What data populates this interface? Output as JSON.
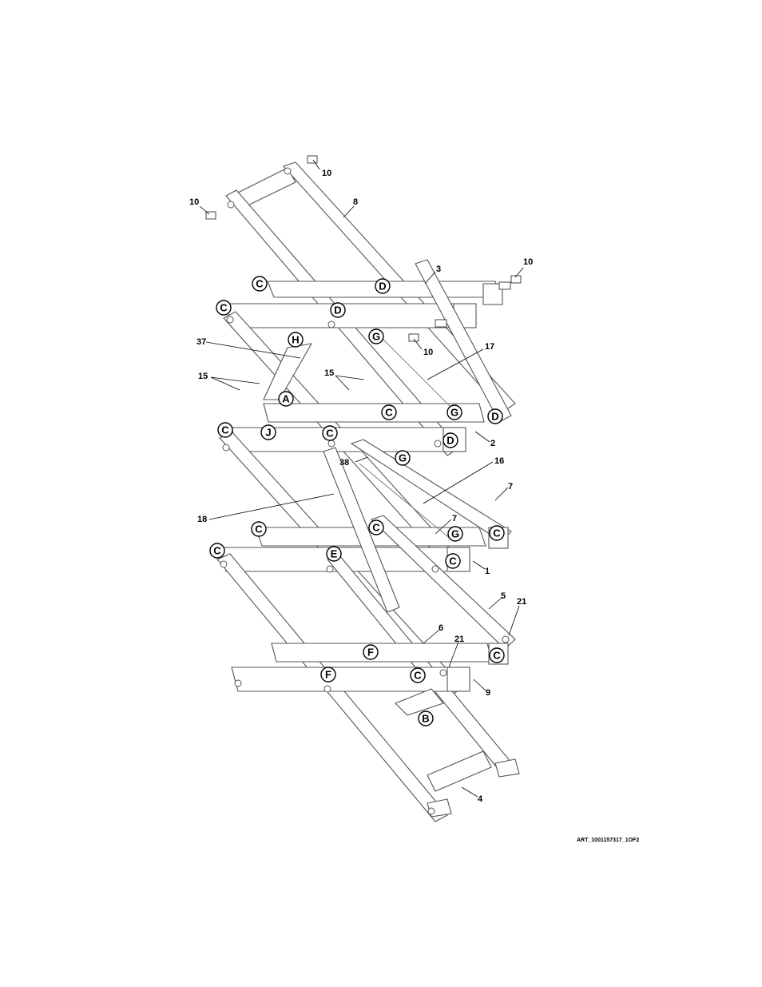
{
  "diagram": {
    "art_id": "ART_1001157317_1OF2",
    "callouts": [
      {
        "id": "c10a",
        "label": "10"
      },
      {
        "id": "c10b",
        "label": "10"
      },
      {
        "id": "c8",
        "label": "8"
      },
      {
        "id": "c10c",
        "label": "10"
      },
      {
        "id": "c3",
        "label": "3"
      },
      {
        "id": "c10d",
        "label": "10"
      },
      {
        "id": "c37",
        "label": "37"
      },
      {
        "id": "c17",
        "label": "17"
      },
      {
        "id": "c15a",
        "label": "15"
      },
      {
        "id": "c15b",
        "label": "15"
      },
      {
        "id": "c2",
        "label": "2"
      },
      {
        "id": "c38",
        "label": "38"
      },
      {
        "id": "c16",
        "label": "16"
      },
      {
        "id": "c7a",
        "label": "7"
      },
      {
        "id": "c18",
        "label": "18"
      },
      {
        "id": "c7b",
        "label": "7"
      },
      {
        "id": "c1",
        "label": "1"
      },
      {
        "id": "c5",
        "label": "5"
      },
      {
        "id": "c21a",
        "label": "21"
      },
      {
        "id": "c6",
        "label": "6"
      },
      {
        "id": "c21b",
        "label": "21"
      },
      {
        "id": "c9",
        "label": "9"
      },
      {
        "id": "c4",
        "label": "4"
      }
    ],
    "letters": [
      {
        "id": "l1",
        "label": "C"
      },
      {
        "id": "l2",
        "label": "D"
      },
      {
        "id": "l3",
        "label": "C"
      },
      {
        "id": "l4",
        "label": "D"
      },
      {
        "id": "l5",
        "label": "G"
      },
      {
        "id": "l6",
        "label": "H"
      },
      {
        "id": "l7",
        "label": "A"
      },
      {
        "id": "l8",
        "label": "C"
      },
      {
        "id": "l9",
        "label": "G"
      },
      {
        "id": "l10",
        "label": "D"
      },
      {
        "id": "l11",
        "label": "C"
      },
      {
        "id": "l12",
        "label": "J"
      },
      {
        "id": "l13",
        "label": "C"
      },
      {
        "id": "l14",
        "label": "D"
      },
      {
        "id": "l15",
        "label": "G"
      },
      {
        "id": "l16",
        "label": "C"
      },
      {
        "id": "l17",
        "label": "C"
      },
      {
        "id": "l18",
        "label": "G"
      },
      {
        "id": "l19",
        "label": "C"
      },
      {
        "id": "l20",
        "label": "C"
      },
      {
        "id": "l21",
        "label": "E"
      },
      {
        "id": "l22",
        "label": "C"
      },
      {
        "id": "l23",
        "label": "C"
      },
      {
        "id": "l24",
        "label": "F"
      },
      {
        "id": "l25",
        "label": "F"
      },
      {
        "id": "l26",
        "label": "C"
      },
      {
        "id": "l27",
        "label": "B"
      }
    ]
  }
}
